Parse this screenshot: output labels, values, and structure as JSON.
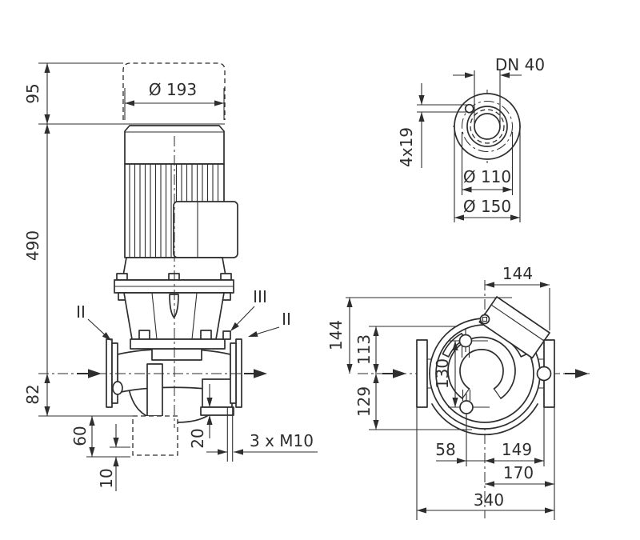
{
  "drawing": {
    "title": "Pump dimension drawing",
    "colors": {
      "line": "#2e2e2e",
      "background": "#ffffff"
    },
    "side_view": {
      "dim_95": "95",
      "dim_490": "490",
      "dim_82": "82",
      "dim_motor_diameter": "Ø 193",
      "dim_60": "60",
      "dim_10": "10",
      "dim_20": "20",
      "dim_thread": "3 x M10",
      "section_left": "II",
      "section_mid": "III",
      "section_right": "II"
    },
    "flange_view": {
      "nominal_diameter": "DN 40",
      "bolt_holes": "4x19",
      "bolt_circle": "Ø 110",
      "outer_diameter": "Ø 150"
    },
    "plan_view": {
      "dim_width_top": "144",
      "dim_height_left": "144",
      "dim_113": "113",
      "dim_129": "129",
      "dim_130": "130",
      "dim_58": "58",
      "dim_149": "149",
      "dim_170": "170",
      "dim_340": "340"
    }
  }
}
